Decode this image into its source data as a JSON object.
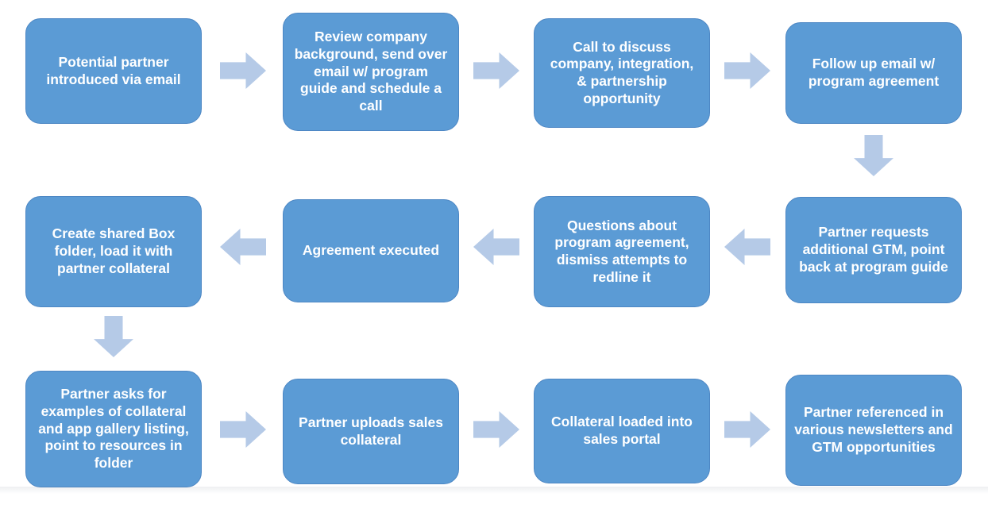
{
  "colors": {
    "box_fill": "#5B9BD5",
    "box_border": "#4D87C4",
    "arrow_fill": "#B5CAE7",
    "text": "#FFFFFF"
  },
  "flowchart": {
    "steps": [
      {
        "id": 1,
        "label": "Potential partner\nintroduced via email"
      },
      {
        "id": 2,
        "label": "Review company\nbackground, send over\nemail w/ program\nguide and schedule a\ncall"
      },
      {
        "id": 3,
        "label": "Call to discuss\ncompany, integration,\n& partnership\nopportunity"
      },
      {
        "id": 4,
        "label": "Follow up email w/\nprogram agreement"
      },
      {
        "id": 5,
        "label": "Partner requests\nadditional GTM, point\nback at program guide"
      },
      {
        "id": 6,
        "label": "Questions about\nprogram agreement,\ndismiss attempts to\nredline it"
      },
      {
        "id": 7,
        "label": "Agreement executed"
      },
      {
        "id": 8,
        "label": "Create shared Box\nfolder, load it with\npartner collateral"
      },
      {
        "id": 9,
        "label": "Partner asks for\nexamples of collateral\nand app gallery listing,\npoint to resources in\nfolder"
      },
      {
        "id": 10,
        "label": "Partner uploads sales\ncollateral"
      },
      {
        "id": 11,
        "label": "Collateral loaded into\nsales portal"
      },
      {
        "id": 12,
        "label": "Partner referenced in\nvarious newsletters and\nGTM opportunities"
      }
    ],
    "connectors": [
      {
        "from": 1,
        "to": 2,
        "direction": "right"
      },
      {
        "from": 2,
        "to": 3,
        "direction": "right"
      },
      {
        "from": 3,
        "to": 4,
        "direction": "right"
      },
      {
        "from": 4,
        "to": 5,
        "direction": "down"
      },
      {
        "from": 5,
        "to": 6,
        "direction": "left"
      },
      {
        "from": 6,
        "to": 7,
        "direction": "left"
      },
      {
        "from": 7,
        "to": 8,
        "direction": "left"
      },
      {
        "from": 8,
        "to": 9,
        "direction": "down"
      },
      {
        "from": 9,
        "to": 10,
        "direction": "right"
      },
      {
        "from": 10,
        "to": 11,
        "direction": "right"
      },
      {
        "from": 11,
        "to": 12,
        "direction": "right"
      }
    ]
  }
}
